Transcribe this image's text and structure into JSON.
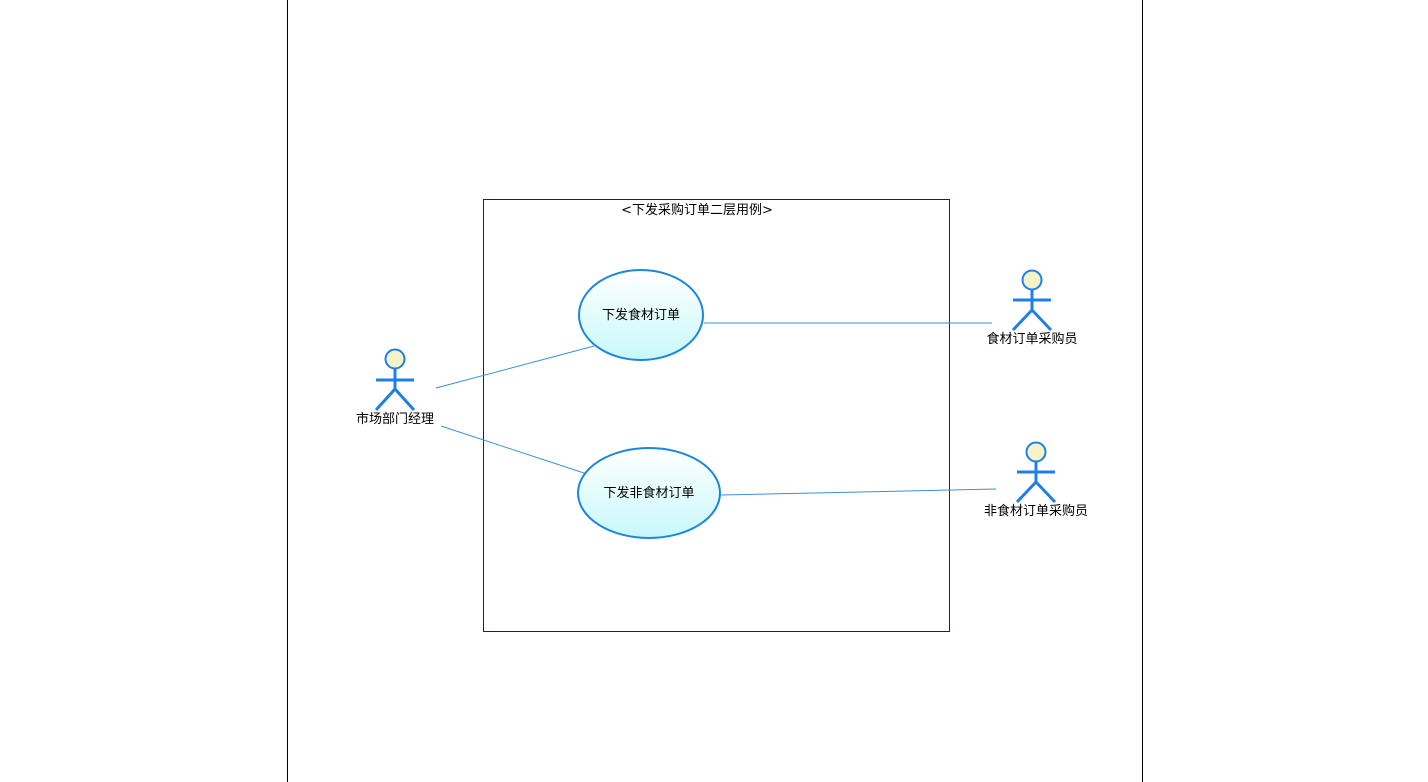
{
  "diagram": {
    "system": {
      "label": "<下发采购订单二层用例>"
    },
    "use_cases": [
      {
        "id": "uc-food",
        "label": "下发食材订单"
      },
      {
        "id": "uc-nonfood",
        "label": "下发非食材订单"
      }
    ],
    "actors": [
      {
        "id": "market-manager",
        "label": "市场部门经理"
      },
      {
        "id": "food-buyer",
        "label": "食材订单采购员"
      },
      {
        "id": "nonfood-buyer",
        "label": "非食材订单采购员"
      }
    ],
    "associations": [
      {
        "from": "market-manager",
        "to": "uc-food"
      },
      {
        "from": "market-manager",
        "to": "uc-nonfood"
      },
      {
        "from": "uc-food",
        "to": "food-buyer"
      },
      {
        "from": "uc-nonfood",
        "to": "nonfood-buyer"
      }
    ],
    "colors": {
      "actor_stroke": "#1f7fe8",
      "actor_head_fill": "#f5f3c8",
      "usecase_stroke": "#1a86e0",
      "usecase_fill_top": "#ffffff",
      "usecase_fill_bottom": "#c8f8fa",
      "association_line": "#3a8fdc",
      "system_border": "#1a1a6e",
      "page_border": "#000000"
    }
  }
}
